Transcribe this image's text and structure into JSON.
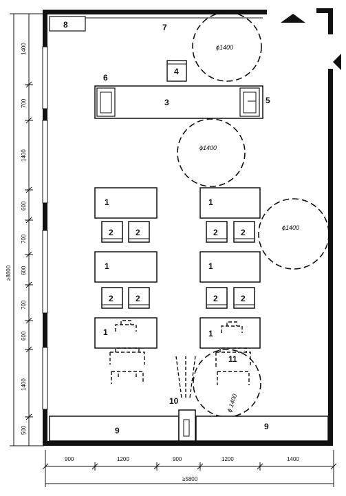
{
  "furniture_labels": {
    "desk": "1",
    "chair": "2",
    "teacher_desk": "3",
    "pedestal": "4",
    "sink": "5",
    "cabinet": "6",
    "blackboard": "7",
    "board_box": "8",
    "shelf": "9",
    "lamp": "10",
    "wheelchair": "11"
  },
  "turning_circle_label": "ϕ1400",
  "turning_circle_label_rotated": "ϕ 1400",
  "vertical_dimensions": [
    "1400",
    "700",
    "1400",
    "600",
    "700",
    "600",
    "700",
    "600",
    "1400",
    "500"
  ],
  "vertical_total": "≥8800",
  "horizontal_dimensions": [
    "900",
    "1200",
    "900",
    "1200",
    "1400"
  ],
  "horizontal_total": "≥5800"
}
